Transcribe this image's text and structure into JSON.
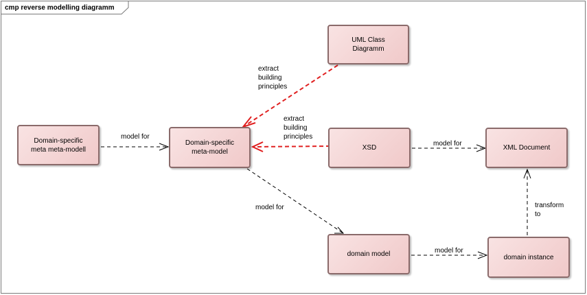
{
  "diagram": {
    "title": "cmp reverse modelling diagramm",
    "nodes": {
      "uml_class_diagram": "UML Class\nDiagramm",
      "domain_meta_meta": "Domain-specific\nmeta meta-modell",
      "domain_meta_model": "Domain-specific\nmeta-model",
      "xsd": "XSD",
      "xml_document": "XML Document",
      "domain_model": "domain model",
      "domain_instance": "domain instance"
    },
    "edge_labels": {
      "uml_to_meta": "extract\nbuilding\nprinciples",
      "xsd_to_meta": "extract\nbuilding\nprinciples",
      "metameta_to_meta": "model for",
      "xsd_to_xml": "model for",
      "meta_to_domain_model": "model for",
      "domain_model_to_instance": "model for",
      "instance_to_xml": "transform\nto"
    },
    "colors": {
      "highlight_edge": "#e02020",
      "normal_edge": "#000000",
      "node_fill": "#f3d2d2",
      "node_border": "#8a6a6a"
    }
  }
}
